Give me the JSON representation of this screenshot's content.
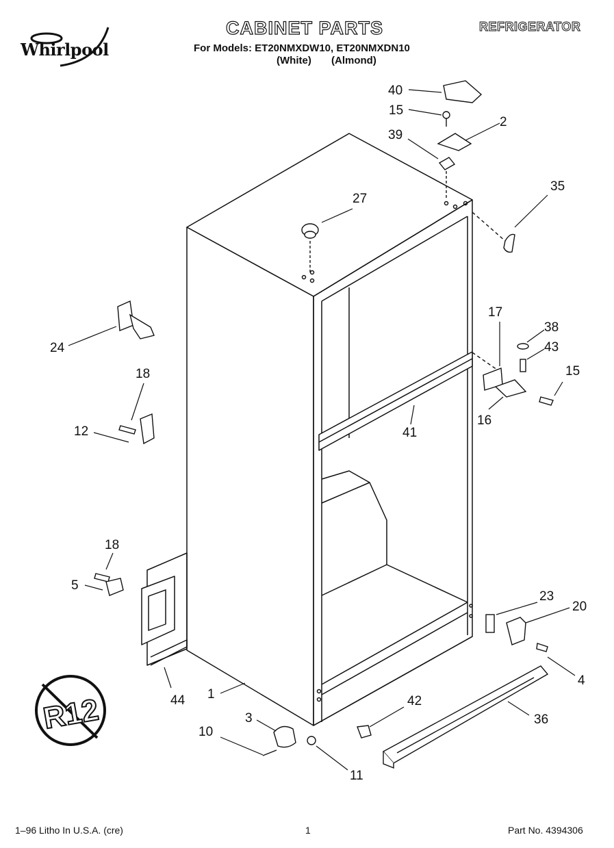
{
  "header": {
    "brand": "Whirlpool",
    "title": "CABINET PARTS",
    "appliance": "REFRIGERATOR",
    "models_line": "For Models: ET20NMXDW10, ET20NMXDN10",
    "variant_white": "(White)",
    "variant_almond": "(Almond)"
  },
  "badge": {
    "text": "R12"
  },
  "callouts": {
    "c1": "1",
    "c2": "2",
    "c3": "3",
    "c4": "4",
    "c5": "5",
    "c10": "10",
    "c11": "11",
    "c12": "12",
    "c15a": "15",
    "c15b": "15",
    "c16": "16",
    "c17": "17",
    "c18a": "18",
    "c18b": "18",
    "c20": "20",
    "c23": "23",
    "c24": "24",
    "c27": "27",
    "c35": "35",
    "c36": "36",
    "c38": "38",
    "c39": "39",
    "c40": "40",
    "c41": "41",
    "c42": "42",
    "c43": "43",
    "c44": "44"
  },
  "footer": {
    "left": "1–96 Litho In U.S.A. (cre)",
    "page": "1",
    "part_no": "Part No. 4394306"
  }
}
